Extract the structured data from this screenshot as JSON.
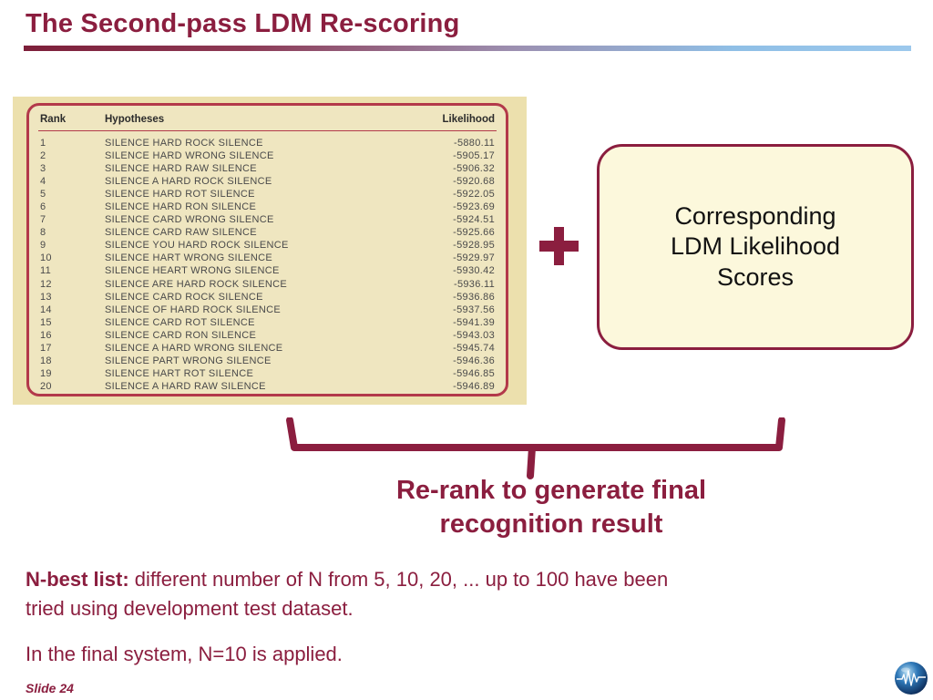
{
  "slide": {
    "title": "The Second-pass LDM Re-scoring",
    "footer": "Slide 24"
  },
  "nbest_table": {
    "headers": {
      "rank": "Rank",
      "hypotheses": "Hypotheses",
      "likelihood": "Likelihood"
    },
    "rows": [
      {
        "rank": "1",
        "hypothesis": "SILENCE HARD ROCK SILENCE",
        "likelihood": "-5880.11"
      },
      {
        "rank": "2",
        "hypothesis": "SILENCE HARD WRONG SILENCE",
        "likelihood": "-5905.17"
      },
      {
        "rank": "3",
        "hypothesis": "SILENCE HARD RAW SILENCE",
        "likelihood": "-5906.32"
      },
      {
        "rank": "4",
        "hypothesis": "SILENCE A HARD ROCK SILENCE",
        "likelihood": "-5920.68"
      },
      {
        "rank": "5",
        "hypothesis": "SILENCE HARD ROT SILENCE",
        "likelihood": "-5922.05"
      },
      {
        "rank": "6",
        "hypothesis": "SILENCE HARD RON SILENCE",
        "likelihood": "-5923.69"
      },
      {
        "rank": "7",
        "hypothesis": "SILENCE CARD WRONG SILENCE",
        "likelihood": "-5924.51"
      },
      {
        "rank": "8",
        "hypothesis": "SILENCE CARD RAW SILENCE",
        "likelihood": "-5925.66"
      },
      {
        "rank": "9",
        "hypothesis": "SILENCE YOU HARD ROCK SILENCE",
        "likelihood": "-5928.95"
      },
      {
        "rank": "10",
        "hypothesis": "SILENCE HART WRONG SILENCE",
        "likelihood": "-5929.97"
      },
      {
        "rank": "11",
        "hypothesis": "SILENCE HEART WRONG SILENCE",
        "likelihood": "-5930.42"
      },
      {
        "rank": "12",
        "hypothesis": "SILENCE ARE HARD ROCK SILENCE",
        "likelihood": "-5936.11"
      },
      {
        "rank": "13",
        "hypothesis": "SILENCE CARD ROCK SILENCE",
        "likelihood": "-5936.86"
      },
      {
        "rank": "14",
        "hypothesis": "SILENCE OF HARD ROCK SILENCE",
        "likelihood": "-5937.56"
      },
      {
        "rank": "15",
        "hypothesis": "SILENCE CARD ROT SILENCE",
        "likelihood": "-5941.39"
      },
      {
        "rank": "16",
        "hypothesis": "SILENCE CARD RON SILENCE",
        "likelihood": "-5943.03"
      },
      {
        "rank": "17",
        "hypothesis": "SILENCE A HARD WRONG SILENCE",
        "likelihood": "-5945.74"
      },
      {
        "rank": "18",
        "hypothesis": "SILENCE PART WRONG SILENCE",
        "likelihood": "-5946.36"
      },
      {
        "rank": "19",
        "hypothesis": "SILENCE HART ROT SILENCE",
        "likelihood": "-5946.85"
      },
      {
        "rank": "20",
        "hypothesis": "SILENCE A HARD RAW SILENCE",
        "likelihood": "-5946.89"
      }
    ]
  },
  "score_box": {
    "line1": "Corresponding",
    "line2": "LDM Likelihood",
    "line3": "Scores"
  },
  "rerank": {
    "line1": "Re-rank to generate final",
    "line2": "recognition result"
  },
  "body": {
    "nbest_label": "N-best list:",
    "nbest_text": " different number of N from 5, 10, 20, ... up to 100 have been tried using development test dataset.",
    "final_text": "In the final system, N=10 is applied."
  },
  "colors": {
    "accent": "#8b1e3f",
    "table_bg": "#ece0ad",
    "box_bg": "#fcf8dc"
  }
}
